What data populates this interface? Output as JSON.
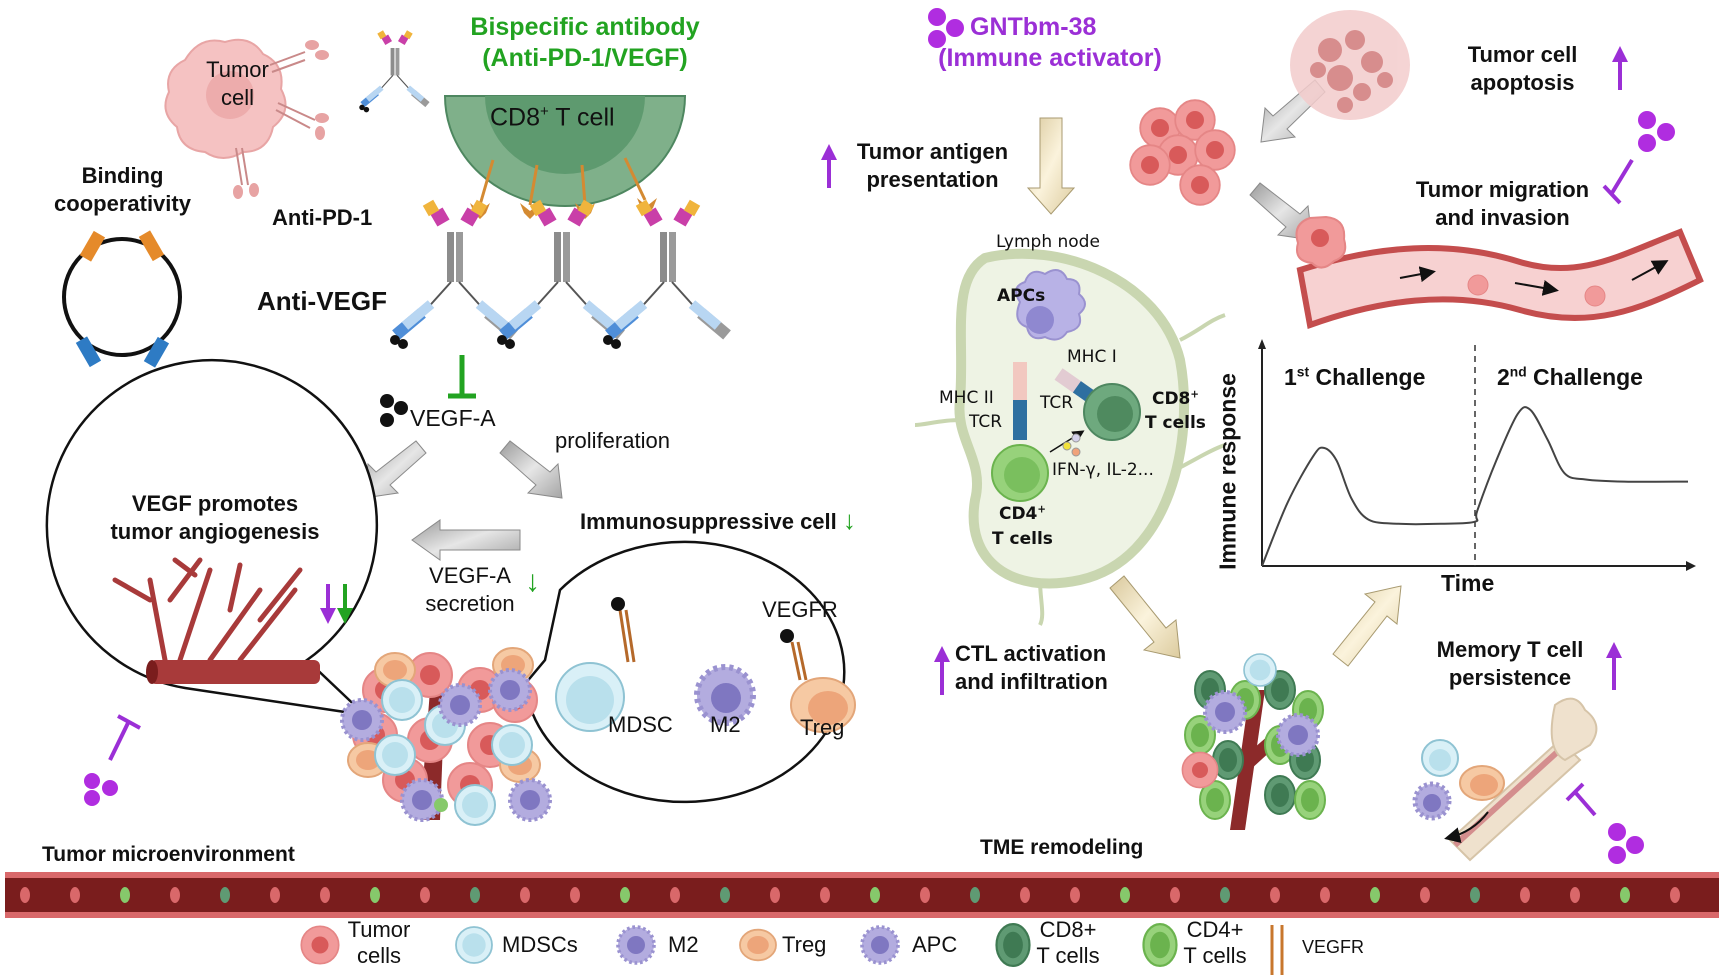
{
  "header": {
    "bispecific_title_line1": "Bispecific antibody",
    "bispecific_title_line2": "(Anti-PD-1/VEGF)",
    "gntbm_title_line1": "GNTbm-38",
    "gntbm_title_line2": "(Immune activator)"
  },
  "left_panel": {
    "tumor_cell_label_line1": "Tumor",
    "tumor_cell_label_line2": "cell",
    "binding_line1": "Binding",
    "binding_line2": "cooperativity",
    "cd8_cell_label": "CD8",
    "cd8_sup": "+",
    "cd8_suffix": " T cell",
    "anti_pd1": "Anti-PD-1",
    "anti_vegf": "Anti-VEGF",
    "vegfa": "VEGF-A",
    "proliferation": "proliferation",
    "immunosuppressive": "Immunosuppressive cell",
    "vegf_promotes_line1": "VEGF promotes",
    "vegf_promotes_line2": "tumor angiogenesis",
    "vegfa_secretion_line1": "VEGF-A",
    "vegfa_secretion_line2": "secretion",
    "bubble_mdsc": "MDSC",
    "bubble_m2": "M2",
    "bubble_treg": "Treg",
    "bubble_vegfr": "VEGFR",
    "tme_label": "Tumor microenvironment"
  },
  "right_panel": {
    "tumor_antigen_line1": "Tumor antigen",
    "tumor_antigen_line2": "presentation",
    "lymph_node": "Lymph node",
    "apcs": "APCs",
    "mhc1": "MHC I",
    "mhc2": "MHC II",
    "tcr_a": "TCR",
    "tcr_b": "TCR",
    "cd8": "CD8",
    "cd8_sup": "+",
    "cd8_tcells": "T cells",
    "cd4": "CD4",
    "cd4_sup": "+",
    "cd4_tcells": "T cells",
    "cytokines": "IFN-γ, IL-2...",
    "apoptosis_line1": "Tumor cell",
    "apoptosis_line2": "apoptosis",
    "migration_line1": "Tumor migration",
    "migration_line2": "and invasion",
    "ctl_line1": "CTL activation",
    "ctl_line2": "and infiltration",
    "tme_remodeling": "TME remodeling",
    "memory_line1": "Memory T cell",
    "memory_line2": "persistence"
  },
  "chart_data": {
    "type": "line",
    "title": "",
    "xlabel": "Time",
    "ylabel": "Immune response",
    "annotations": [
      {
        "text": "1st Challenge",
        "base": "1",
        "sup": "st",
        "rest": " Challenge"
      },
      {
        "text": "2nd Challenge",
        "base": "2",
        "sup": "nd",
        "rest": " Challenge"
      }
    ],
    "xlim": [
      0,
      10
    ],
    "ylim": [
      0,
      10
    ],
    "divider_x": 5,
    "grid": false,
    "series": [
      {
        "name": "Immune response",
        "x": [
          0,
          0.6,
          1.2,
          1.45,
          1.75,
          2.1,
          2.5,
          3.2,
          4.2,
          5.0,
          5.05,
          5.5,
          6.0,
          6.3,
          6.7,
          7.1,
          7.6,
          8.5,
          10
        ],
        "y": [
          0,
          3.0,
          5.2,
          5.6,
          5.0,
          3.2,
          2.2,
          2.0,
          2.0,
          2.1,
          2.6,
          5.0,
          7.2,
          7.4,
          6.0,
          4.4,
          4.1,
          4.0,
          4.0
        ]
      }
    ]
  },
  "legend": {
    "items": [
      {
        "key": "tumor",
        "line1": "Tumor",
        "line2": "cells"
      },
      {
        "key": "mdsc",
        "line1": "MDSCs",
        "line2": ""
      },
      {
        "key": "m2",
        "line1": "M2",
        "line2": ""
      },
      {
        "key": "treg",
        "line1": "Treg",
        "line2": ""
      },
      {
        "key": "apc",
        "line1": "APC",
        "line2": ""
      },
      {
        "key": "cd8",
        "line1": "CD8+",
        "line2": "T cells"
      },
      {
        "key": "cd4",
        "line1": "CD4+",
        "line2": "T cells"
      },
      {
        "key": "vegfr",
        "line1": "VEGFR",
        "line2": ""
      }
    ]
  },
  "colors": {
    "green_accent": "#22a321",
    "purple_accent": "#9b2fd6",
    "vessel_dark": "#7a1d1d",
    "vessel_light": "#d9686a",
    "tumor_pink": "#f19a9a",
    "mdsc_blue": "#bfe4ef",
    "m2_lavender": "#a9a3dc",
    "treg_peach": "#f4bf95",
    "cd8_green": "#5f9a73",
    "cd4_green": "#86c96b",
    "vegfr_orange": "#c8772d",
    "cd8_cell_green": "#6ea97e",
    "lymph_fill": "#eef3e4",
    "lymph_edge": "#c9d6b0",
    "arrow_grey": "#bdbdbd",
    "arrow_cream": "#f3e7c4"
  }
}
